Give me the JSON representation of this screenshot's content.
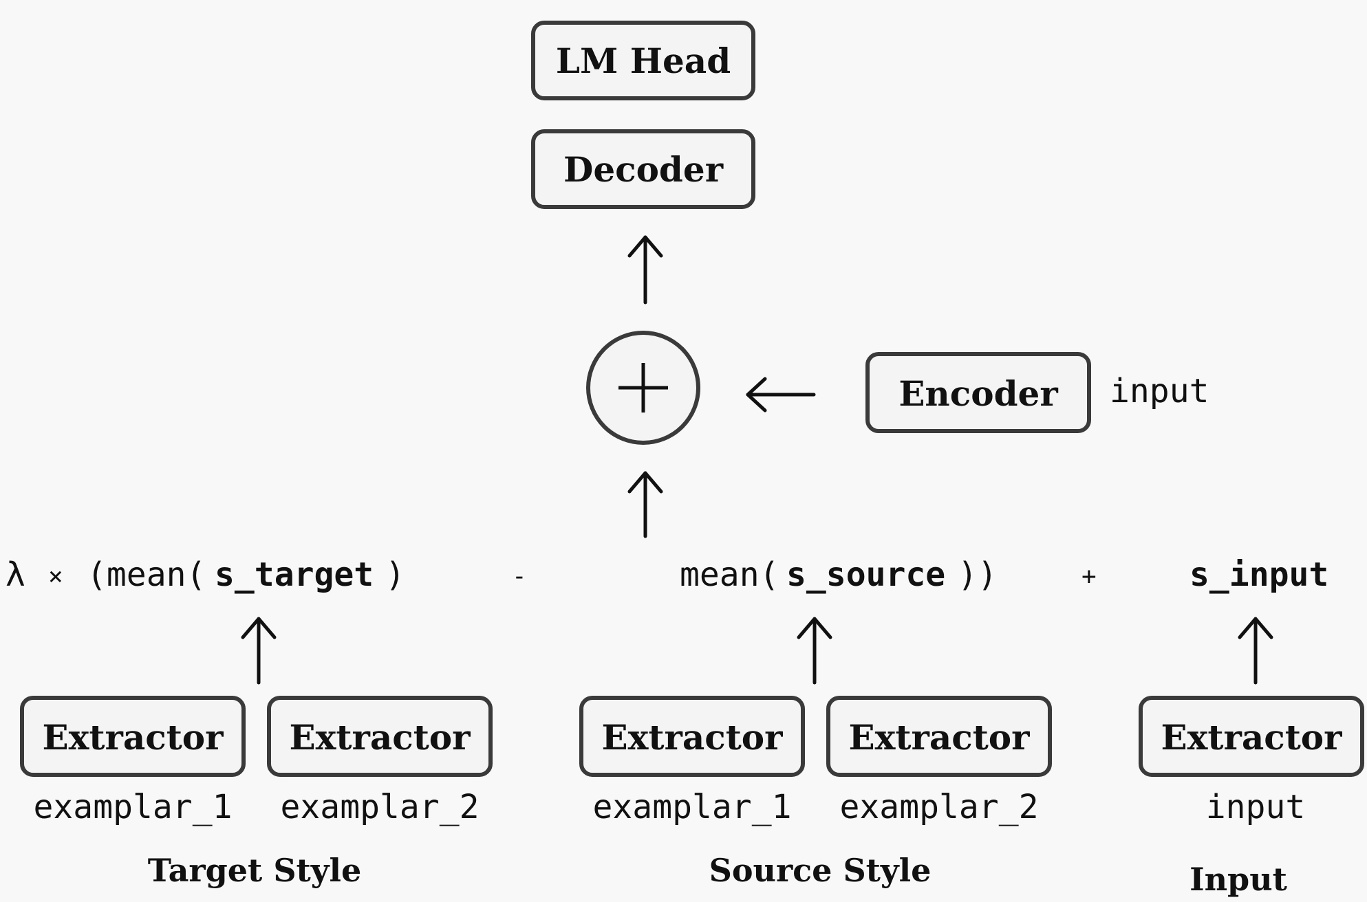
{
  "top": {
    "lm_head": "LM Head",
    "decoder": "Decoder",
    "encoder": "Encoder",
    "encoder_input": "input"
  },
  "formula": {
    "lambda": "λ",
    "times": "×",
    "open_mean_target": "(mean(",
    "s_target": "s_target",
    "close_target": ")",
    "minus": "-",
    "mean_source_open": "mean(",
    "s_source": "s_source",
    "close_source": "))",
    "plus": "+",
    "s_input": "s_input"
  },
  "groups": {
    "target": {
      "label": "Target Style",
      "extractors": [
        {
          "label": "Extractor",
          "input": "examplar_1"
        },
        {
          "label": "Extractor",
          "input": "examplar_2"
        }
      ]
    },
    "source": {
      "label": "Source Style",
      "extractors": [
        {
          "label": "Extractor",
          "input": "examplar_1"
        },
        {
          "label": "Extractor",
          "input": "examplar_2"
        }
      ]
    },
    "input": {
      "label": "Input",
      "extractors": [
        {
          "label": "Extractor",
          "input": "input"
        }
      ]
    }
  }
}
